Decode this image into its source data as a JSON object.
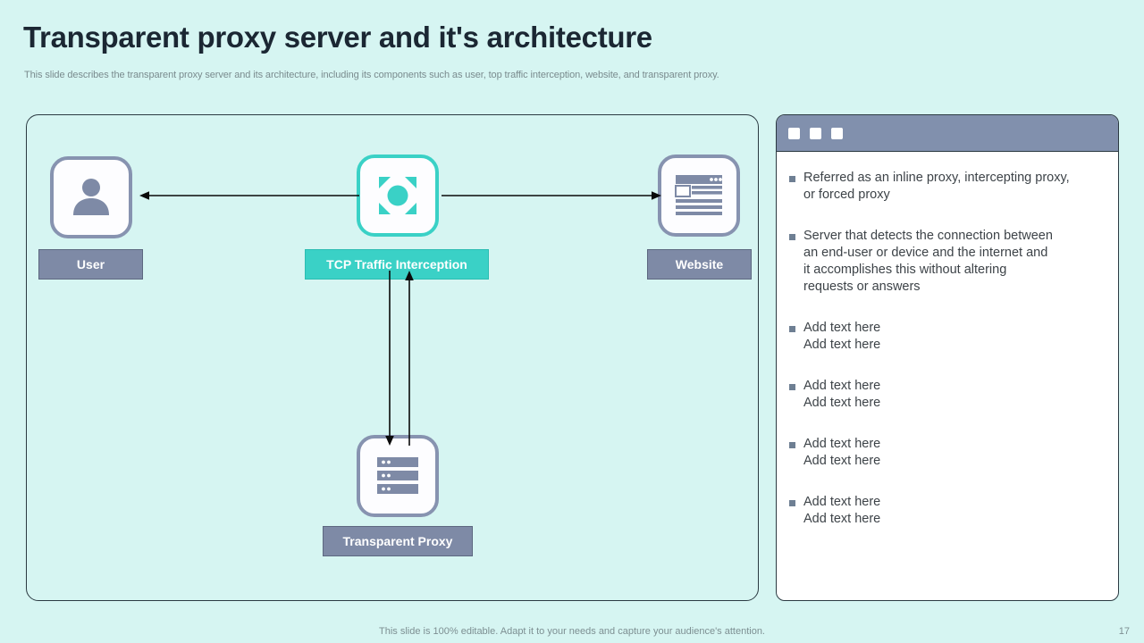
{
  "slide": {
    "title": "Transparent proxy server and it's architecture",
    "subtitle": "This slide describes the transparent proxy server and its architecture, including its components such as user, top traffic interception, website, and transparent proxy.",
    "footer_note": "This slide is 100% editable. Adapt it to your needs and capture your audience's attention.",
    "page_number": "17"
  },
  "colors": {
    "background": "#d6f5f2",
    "teal_accent": "#3ad1c6",
    "slate_accent": "#7e8aa6",
    "panel_border": "#2b3a42",
    "header_bar": "#8190ad",
    "title_text": "#1b2733",
    "body_text": "#3d4348",
    "muted_text": "#7a8b8e"
  },
  "diagram": {
    "nodes": [
      {
        "id": "user",
        "label": "User",
        "icon": "user-person-icon",
        "accent": "slate"
      },
      {
        "id": "tcp",
        "label": "TCP Traffic Interception",
        "icon": "traffic-interception-focus-icon",
        "accent": "teal"
      },
      {
        "id": "website",
        "label": "Website",
        "icon": "browser-window-icon",
        "accent": "slate"
      },
      {
        "id": "proxy",
        "label": "Transparent Proxy",
        "icon": "server-rack-icon",
        "accent": "slate"
      }
    ],
    "connectors": [
      {
        "id": "user-tcp",
        "from": "tcp",
        "to": "user",
        "direction": "left"
      },
      {
        "id": "tcp-website",
        "from": "tcp",
        "to": "website",
        "direction": "right"
      },
      {
        "id": "tcp-proxy-down",
        "from": "tcp",
        "to": "proxy",
        "direction": "down"
      },
      {
        "id": "proxy-tcp-up",
        "from": "proxy",
        "to": "tcp",
        "direction": "up"
      }
    ]
  },
  "info_panel": {
    "window_dots": 3,
    "items": [
      {
        "text": "Referred as an inline proxy, intercepting proxy,\nor forced proxy"
      },
      {
        "text": "Server that detects the connection between\nan end-user or device and the internet and\nit accomplishes this without altering\nrequests or answers"
      },
      {
        "text": "Add text here\nAdd text here"
      },
      {
        "text": "Add text here\nAdd text here"
      },
      {
        "text": "Add text here\nAdd text here"
      },
      {
        "text": "Add text here\nAdd text here"
      }
    ]
  }
}
